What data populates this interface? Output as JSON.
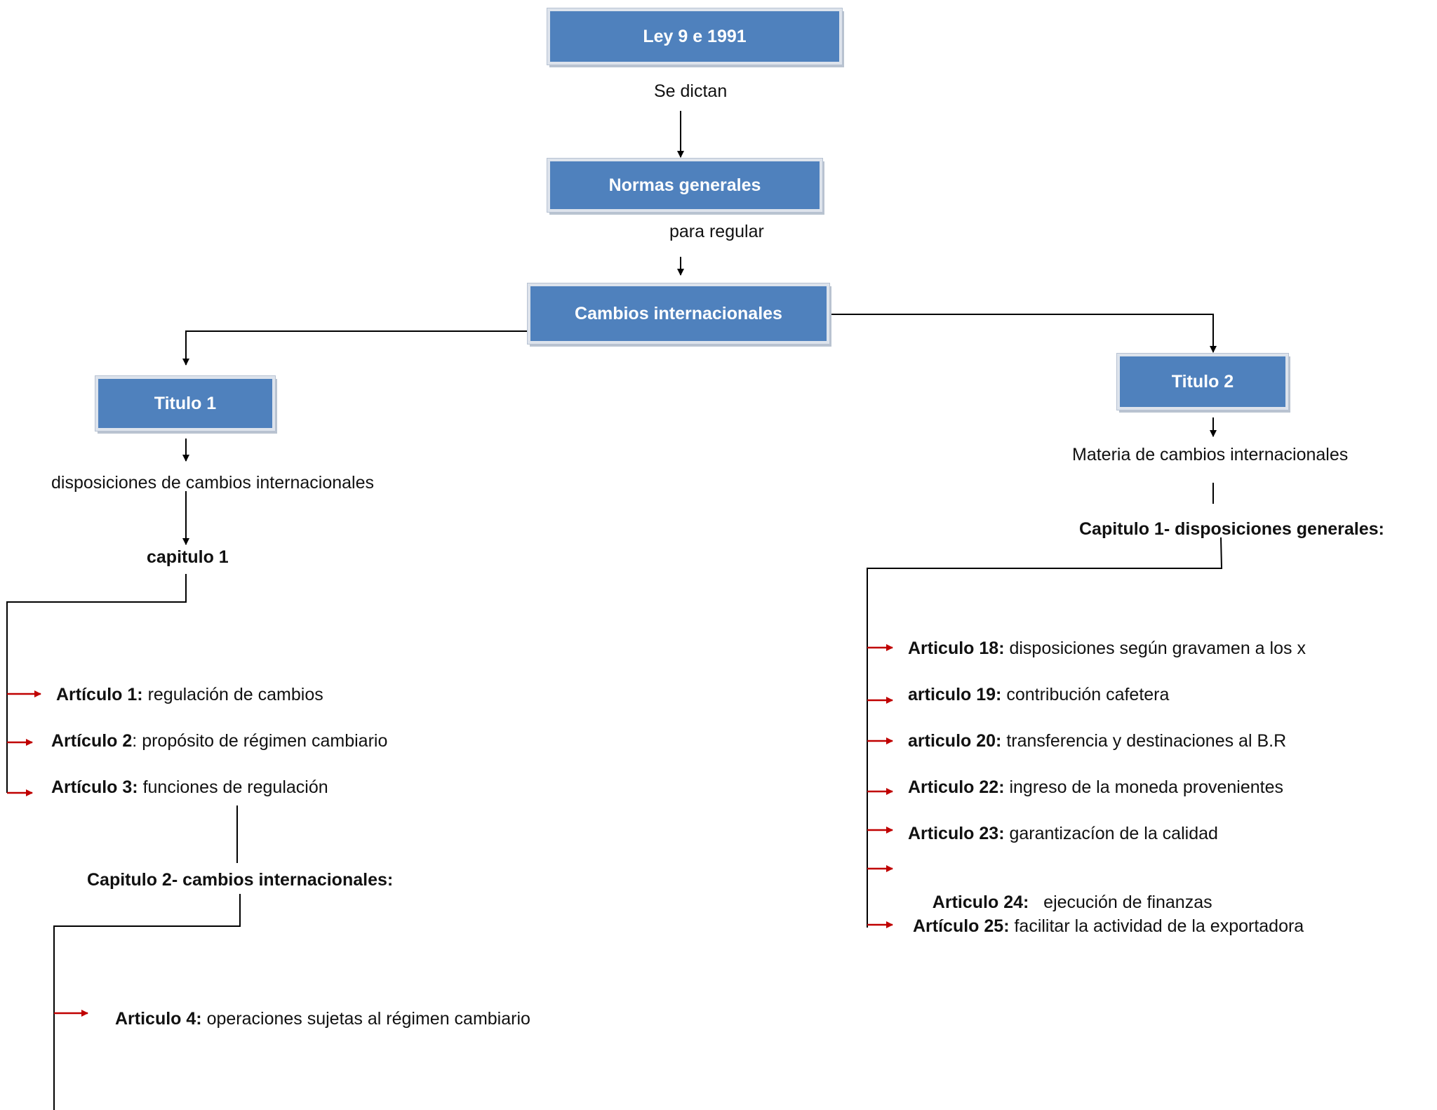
{
  "boxes": {
    "ley": "Ley 9 e 1991",
    "normas": "Normas generales",
    "cambios": "Cambios internacionales",
    "titulo1": "Titulo 1",
    "titulo2": "Titulo 2"
  },
  "labels": {
    "se_dictan": "Se dictan",
    "para_regular": "para regular",
    "disposiciones": "disposiciones de cambios internacionales",
    "capitulo1": "capitulo 1",
    "capitulo2": "Capitulo 2- cambios internacionales:",
    "materia": "Materia de cambios internacionales",
    "capitulo1_t2": "Capitulo 1- disposiciones generales:"
  },
  "left_articles": [
    {
      "title": "Artículo 1:",
      "text": " regulación de cambios"
    },
    {
      "title": "Artículo 2",
      "text": ": propósito de régimen cambiario"
    },
    {
      "title": "Artículo 3:",
      "text": " funciones de regulación"
    }
  ],
  "capitulo2_articles": [
    {
      "title": "Articulo 4:",
      "text": " operaciones sujetas al régimen cambiario"
    }
  ],
  "right_articles": [
    {
      "title": "Articulo 18:",
      "text": " disposiciones según gravamen a los x"
    },
    {
      "title": "articulo 19:",
      "text": " contribución cafetera"
    },
    {
      "title": "articulo 20:",
      "text": " transferencia y destinaciones al B.R"
    },
    {
      "title": "Articulo 22:",
      "text": " ingreso de la moneda provenientes"
    },
    {
      "title": "Articulo 23:",
      "text": " garantizacíon de la calidad"
    },
    {
      "title": "Articulo 24:",
      "text": "   ejecución de finanzas"
    },
    {
      "title": "Artículo 25:",
      "text": " facilitar la actividad de la exportadora"
    }
  ],
  "colors": {
    "box_fill": "#4f81bd",
    "connector": "#000000",
    "article_arrow": "#c00000"
  }
}
